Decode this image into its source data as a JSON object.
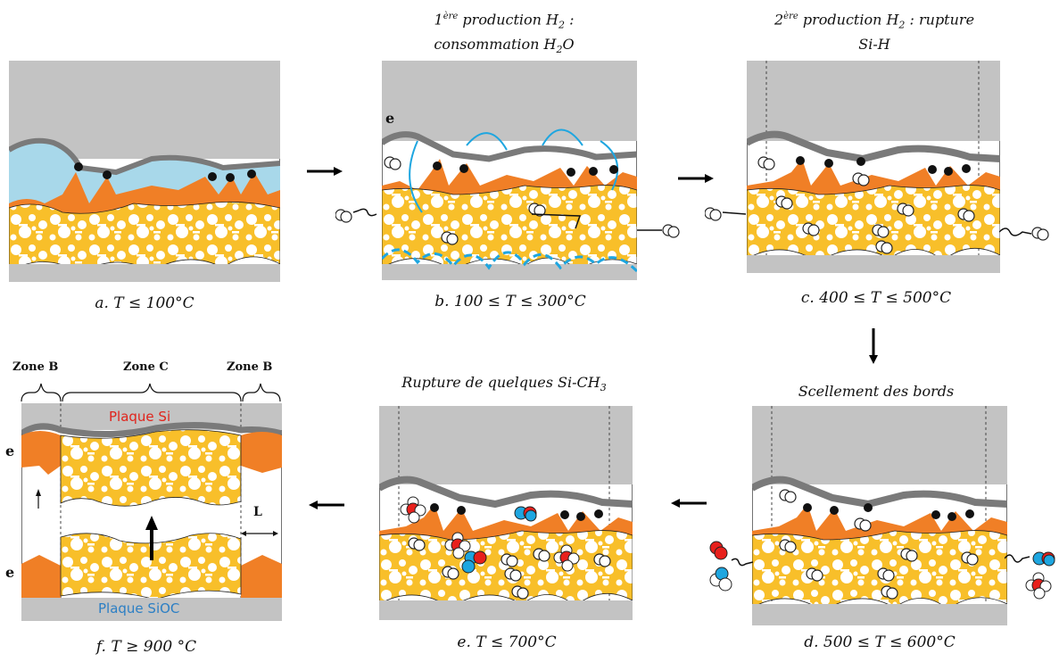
{
  "panels": {
    "a": {
      "caption": "a. T ≤ 100°C"
    },
    "b": {
      "caption": "b. 100 ≤ T ≤ 300°C",
      "title_pre": "1",
      "title_sup": "ère",
      "title_mid": " production H",
      "title_sub": "2",
      "title_tail": " :",
      "title_line2_pre": "consommation H",
      "title_line2_sub": "2",
      "title_line2_tail": "O",
      "e_label": "e"
    },
    "c": {
      "caption": "c. 400 ≤ T ≤ 500°C",
      "title_pre": "2",
      "title_sup": "ère",
      "title_mid": " production H",
      "title_sub": "2",
      "title_tail": " : rupture",
      "title_line2": "Si-H"
    },
    "d": {
      "caption": "d. 500 ≤ T ≤ 600°C",
      "title": "Scellement des bords"
    },
    "e": {
      "caption": "e. T ≤ 700°C",
      "title_pre": "Rupture de quelques Si-CH",
      "title_sub": "3"
    },
    "f": {
      "caption": "f. T ≥ 900 °C",
      "zone_b_left": "Zone B",
      "zone_c": "Zone C",
      "zone_b_right": "Zone B",
      "top_plate": "Plaque Si",
      "bottom_plate": "Plaque SiOC",
      "e_top": "e",
      "e_bottom": "e",
      "length_label": "L"
    }
  },
  "colors": {
    "silicon_grey": "#c3c3c3",
    "oxide_dark": "#7a7a7a",
    "water_blue": "#a8d8ea",
    "orange": "#f07f26",
    "yellow": "#f8bf2a",
    "accent_blue": "#1ea6e0",
    "red": "#e8201c",
    "plate_si_red": "#e0241c",
    "plate_sioc_blue": "#2c7fc4"
  }
}
